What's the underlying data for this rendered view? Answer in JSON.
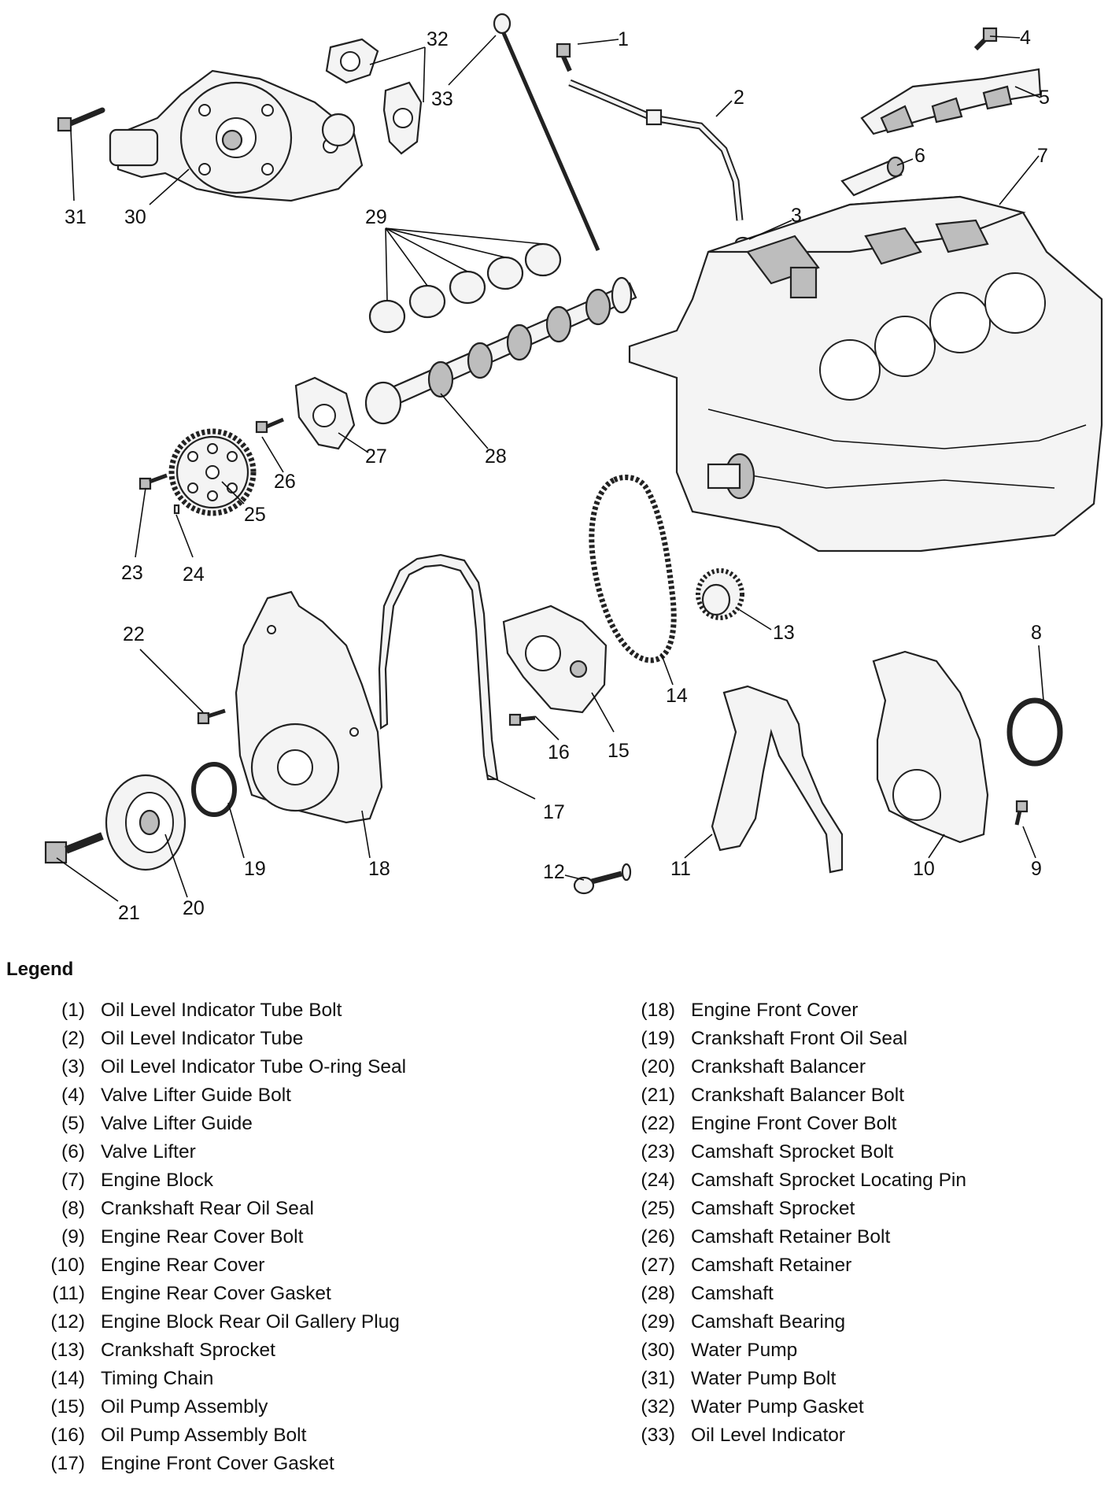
{
  "legend_title": "Legend",
  "callouts": [
    "1",
    "2",
    "3",
    "4",
    "5",
    "6",
    "7",
    "8",
    "9",
    "10",
    "11",
    "12",
    "13",
    "14",
    "15",
    "16",
    "17",
    "18",
    "19",
    "20",
    "21",
    "22",
    "23",
    "24",
    "25",
    "26",
    "27",
    "28",
    "29",
    "30",
    "31",
    "32",
    "33"
  ],
  "legend": {
    "left": [
      {
        "num": "(1)",
        "label": "Oil Level Indicator Tube Bolt"
      },
      {
        "num": "(2)",
        "label": "Oil Level Indicator Tube"
      },
      {
        "num": "(3)",
        "label": "Oil Level Indicator Tube O-ring Seal"
      },
      {
        "num": "(4)",
        "label": "Valve Lifter Guide Bolt"
      },
      {
        "num": "(5)",
        "label": "Valve Lifter Guide"
      },
      {
        "num": "(6)",
        "label": "Valve Lifter"
      },
      {
        "num": "(7)",
        "label": "Engine Block"
      },
      {
        "num": "(8)",
        "label": "Crankshaft Rear Oil Seal"
      },
      {
        "num": "(9)",
        "label": "Engine Rear Cover Bolt"
      },
      {
        "num": "(10)",
        "label": "Engine Rear Cover"
      },
      {
        "num": "(11)",
        "label": "Engine Rear Cover Gasket"
      },
      {
        "num": "(12)",
        "label": "Engine Block Rear Oil Gallery Plug"
      },
      {
        "num": "(13)",
        "label": "Crankshaft Sprocket"
      },
      {
        "num": "(14)",
        "label": "Timing Chain"
      },
      {
        "num": "(15)",
        "label": "Oil Pump Assembly"
      },
      {
        "num": "(16)",
        "label": "Oil Pump Assembly Bolt"
      },
      {
        "num": "(17)",
        "label": "Engine Front Cover Gasket"
      }
    ],
    "right": [
      {
        "num": "(18)",
        "label": "Engine Front Cover"
      },
      {
        "num": "(19)",
        "label": "Crankshaft Front Oil Seal"
      },
      {
        "num": "(20)",
        "label": "Crankshaft Balancer"
      },
      {
        "num": "(21)",
        "label": "Crankshaft Balancer Bolt"
      },
      {
        "num": "(22)",
        "label": "Engine Front Cover Bolt"
      },
      {
        "num": "(23)",
        "label": "Camshaft Sprocket Bolt"
      },
      {
        "num": "(24)",
        "label": "Camshaft Sprocket Locating Pin"
      },
      {
        "num": "(25)",
        "label": "Camshaft Sprocket"
      },
      {
        "num": "(26)",
        "label": "Camshaft Retainer Bolt"
      },
      {
        "num": "(27)",
        "label": "Camshaft Retainer"
      },
      {
        "num": "(28)",
        "label": "Camshaft"
      },
      {
        "num": "(29)",
        "label": "Camshaft Bearing"
      },
      {
        "num": "(30)",
        "label": "Water Pump"
      },
      {
        "num": "(31)",
        "label": "Water Pump Bolt"
      },
      {
        "num": "(32)",
        "label": "Water Pump Gasket"
      },
      {
        "num": "(33)",
        "label": "Oil Level Indicator"
      }
    ]
  }
}
